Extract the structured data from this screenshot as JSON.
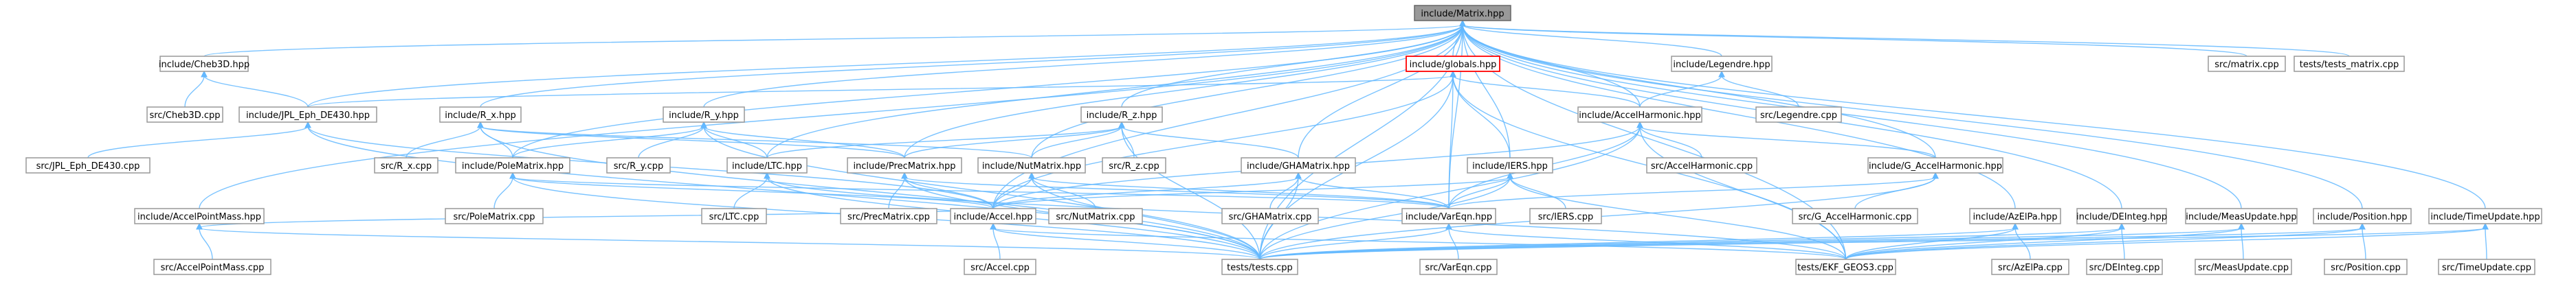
{
  "graph": {
    "colors": {
      "edge": "#63b8ff",
      "node_border": "#999999",
      "root_fill": "#999999",
      "highlight_border": "#ff0000"
    },
    "nodes": {
      "matrix_hpp": "include/Matrix.hpp",
      "cheb3d_hpp": "include/Cheb3D.hpp",
      "globals_hpp": "include/globals.hpp",
      "legendre_hpp": "include/Legendre.hpp",
      "src_matrix_cpp": "src/matrix.cpp",
      "tests_matrix_cpp": "tests/tests_matrix.cpp",
      "src_cheb3d_cpp": "src/Cheb3D.cpp",
      "jpl_eph_hpp": "include/JPL_Eph_DE430.hpp",
      "rx_hpp": "include/R_x.hpp",
      "ry_hpp": "include/R_y.hpp",
      "rz_hpp": "include/R_z.hpp",
      "accelharmonic_hpp": "include/AccelHarmonic.hpp",
      "src_legendre_cpp": "src/Legendre.cpp",
      "src_jpl_eph_cpp": "src/JPL_Eph_DE430.cpp",
      "accelpointmass_hpp": "include/AccelPointMass.hpp",
      "src_rx_cpp": "src/R_x.cpp",
      "polematrix_hpp": "include/PoleMatrix.hpp",
      "src_ry_cpp": "src/R_y.cpp",
      "ltc_hpp": "include/LTC.hpp",
      "precmatrix_hpp": "include/PrecMatrix.hpp",
      "nutmatrix_hpp": "include/NutMatrix.hpp",
      "src_rz_cpp": "src/R_z.cpp",
      "ghamatrix_hpp": "include/GHAMatrix.hpp",
      "iers_hpp": "include/IERS.hpp",
      "src_accelharmonic_cpp": "src/AccelHarmonic.cpp",
      "g_accelharmonic_hpp": "include/G_AccelHarmonic.hpp",
      "src_accelpointmass_cpp": "src/AccelPointMass.cpp",
      "src_polematrix_cpp": "src/PoleMatrix.cpp",
      "src_ltc_cpp": "src/LTC.cpp",
      "src_precmatrix_cpp": "src/PrecMatrix.cpp",
      "accel_hpp": "include/Accel.hpp",
      "src_nutmatrix_cpp": "src/NutMatrix.cpp",
      "src_ghamatrix_cpp": "src/GHAMatrix.cpp",
      "vareqn_hpp": "include/VarEqn.hpp",
      "src_iers_cpp": "src/IERS.cpp",
      "src_g_accelharmonic_cpp": "src/G_AccelHarmonic.cpp",
      "azelpa_hpp": "include/AzElPa.hpp",
      "deinteg_hpp": "include/DEInteg.hpp",
      "measupdate_hpp": "include/MeasUpdate.hpp",
      "position_hpp": "include/Position.hpp",
      "timeupdate_hpp": "include/TimeUpdate.hpp",
      "src_accel_cpp": "src/Accel.cpp",
      "tests_cpp": "tests/tests.cpp",
      "src_vareqn_cpp": "src/VarEqn.cpp",
      "tests_ekf_cpp": "tests/EKF_GEOS3.cpp",
      "src_azelpa_cpp": "src/AzElPa.cpp",
      "src_deinteg_cpp": "src/DEInteg.cpp",
      "src_measupdate_cpp": "src/MeasUpdate.cpp",
      "src_position_cpp": "src/Position.cpp",
      "src_timeupdate_cpp": "src/TimeUpdate.cpp"
    }
  }
}
